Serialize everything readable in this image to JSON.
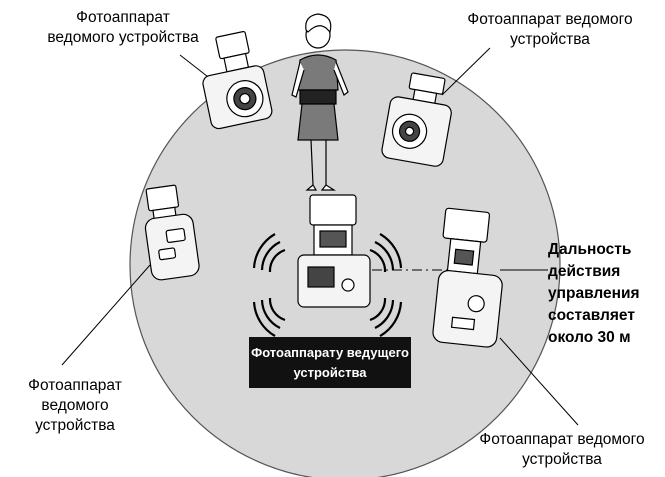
{
  "labels": {
    "top_left": [
      "Фотоаппарат",
      "ведомого устройства"
    ],
    "top_right": [
      "Фотоаппарат ведомого",
      "устройства"
    ],
    "bottom_left": [
      "Фотоаппарат",
      "ведомого",
      "устройства"
    ],
    "bottom_right": [
      "Фотоаппарат ведомого",
      "устройства"
    ],
    "range": [
      "Дальность",
      "действия",
      "управления",
      "составляет",
      "около 30 м"
    ],
    "master": [
      "Фотоаппарату ведущего",
      "устройства"
    ]
  },
  "colors": {
    "range_circle": "#d8d8d8",
    "master_label_bg": "#111111",
    "dress": "#7a7a7a"
  },
  "icons": [
    "camera-flash-icon",
    "person-icon",
    "wireless-signal-icon"
  ]
}
